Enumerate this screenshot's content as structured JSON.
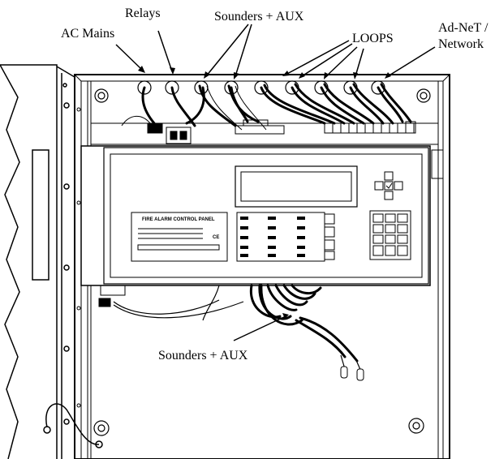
{
  "labels": {
    "ac_mains": "AC Mains",
    "relays": "Relays",
    "sounders_aux_top": "Sounders + AUX",
    "loops": "LOOPS",
    "adnet_line1": "Ad-NeT /",
    "adnet_line2": "Network",
    "sounders_aux_bottom": "Sounders + AUX"
  },
  "panel": {
    "title": "FIRE ALARM CONTROL PANEL",
    "ce_mark": "CE"
  },
  "colors": {
    "line": "#000000",
    "background": "#ffffff",
    "cable": "#000000"
  }
}
